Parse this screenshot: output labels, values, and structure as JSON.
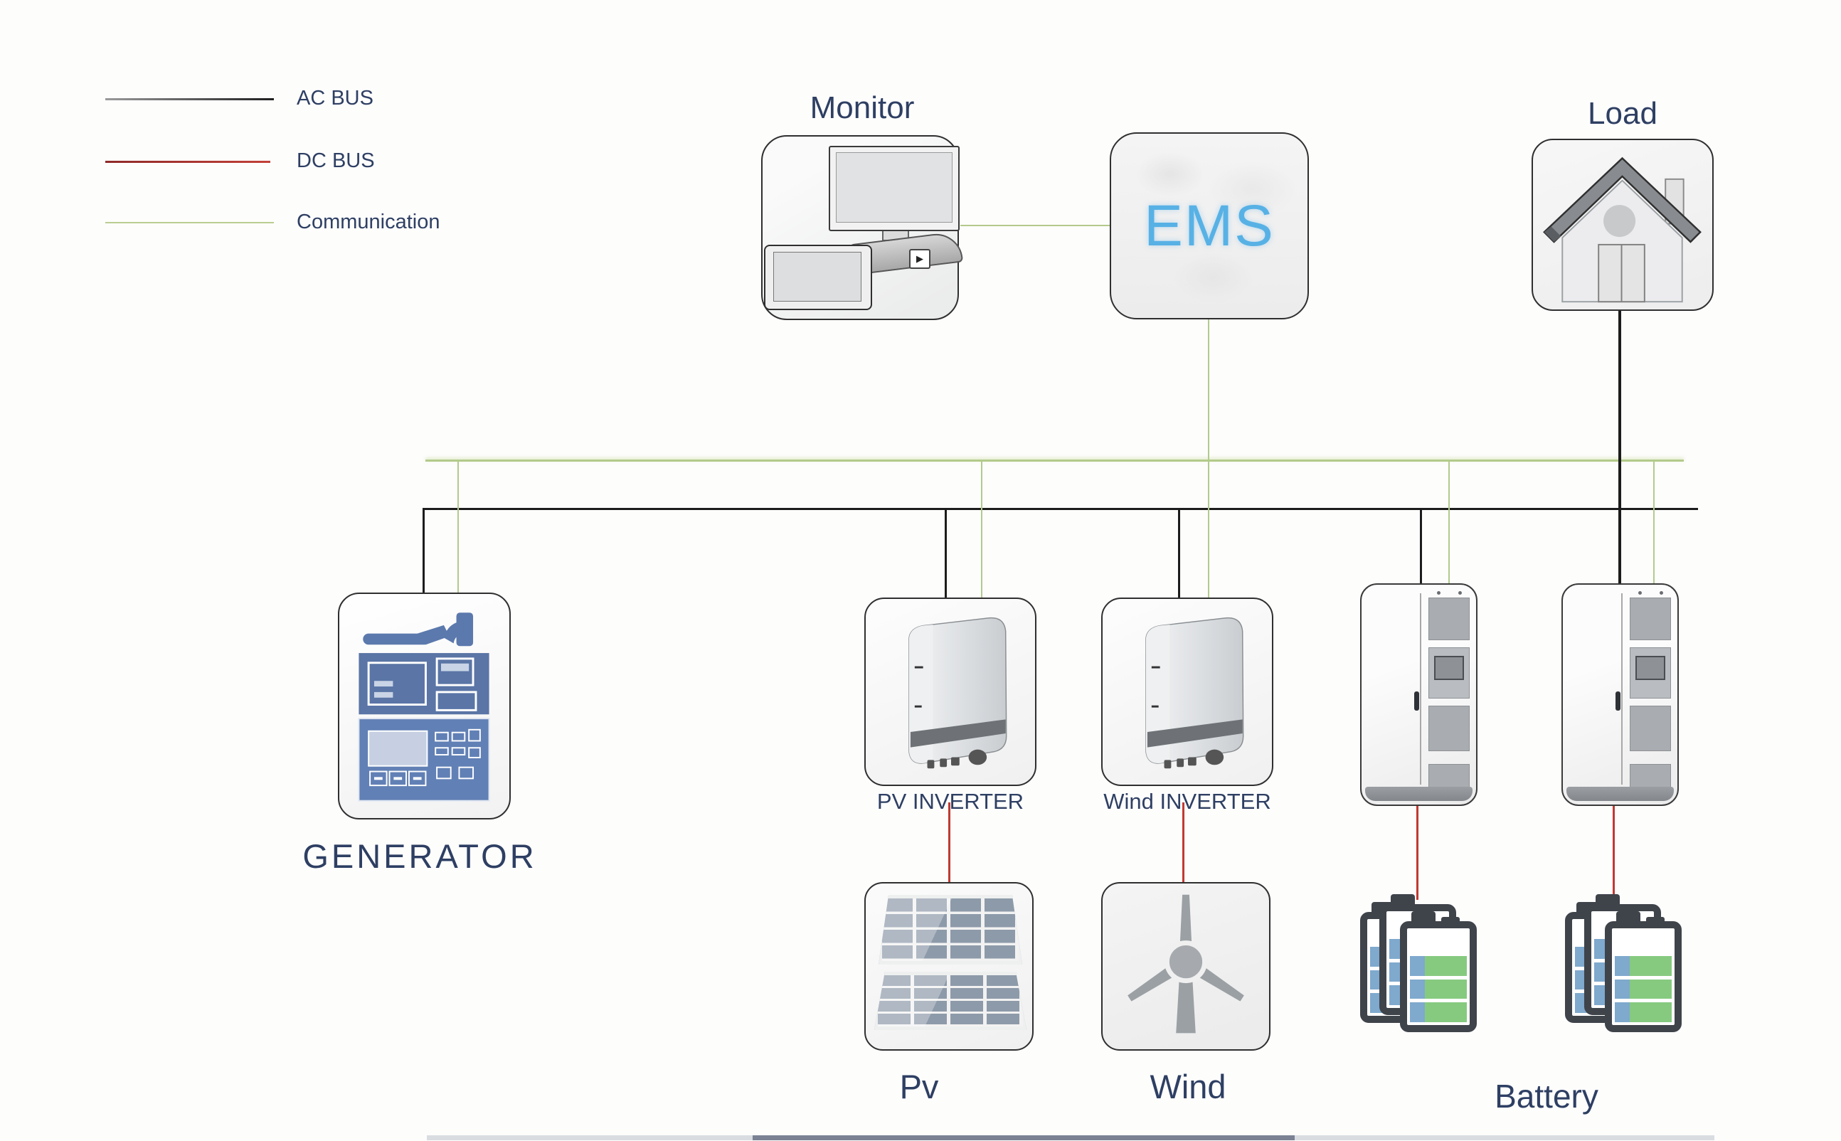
{
  "legend": {
    "items": [
      {
        "label": "AC BUS",
        "color": "#1c1c1c"
      },
      {
        "label": "DC BUS",
        "color": "#b1352e"
      },
      {
        "label": "Communication",
        "color": "#b3ca8b"
      }
    ]
  },
  "nodes": {
    "monitor": {
      "label": "Monitor"
    },
    "ems": {
      "label": "EMS",
      "text_color": "#57b1e5"
    },
    "load": {
      "label": "Load"
    },
    "generator": {
      "label": "GENERATOR"
    },
    "pv_inverter": {
      "label": "PV INVERTER"
    },
    "wind_inverter": {
      "label": "Wind INVERTER"
    },
    "pv": {
      "label": "Pv"
    },
    "wind": {
      "label": "Wind"
    },
    "battery": {
      "label": "Battery"
    }
  },
  "colors": {
    "ac_bus": "#1c1c1c",
    "dc_bus": "#c03a32",
    "communication": "#b3ca8b",
    "label_text": "#2e3f63",
    "ems_text": "#57b1e5"
  },
  "connections": [
    {
      "from": "Monitor",
      "to": "EMS",
      "type": "communication"
    },
    {
      "from": "EMS",
      "to": "communication-bus",
      "type": "communication"
    },
    {
      "from": "GENERATOR",
      "to": "ac-bus",
      "type": "ac"
    },
    {
      "from": "GENERATOR",
      "to": "communication-bus",
      "type": "communication"
    },
    {
      "from": "PV INVERTER",
      "to": "ac-bus",
      "type": "ac"
    },
    {
      "from": "PV INVERTER",
      "to": "communication-bus",
      "type": "communication"
    },
    {
      "from": "Wind INVERTER",
      "to": "ac-bus",
      "type": "ac"
    },
    {
      "from": "Wind INVERTER",
      "to": "communication-bus",
      "type": "communication"
    },
    {
      "from": "Battery cabinet 1",
      "to": "ac-bus",
      "type": "ac"
    },
    {
      "from": "Battery cabinet 1",
      "to": "communication-bus",
      "type": "communication"
    },
    {
      "from": "Battery cabinet 2",
      "to": "ac-bus",
      "type": "ac"
    },
    {
      "from": "Battery cabinet 2",
      "to": "communication-bus",
      "type": "communication"
    },
    {
      "from": "Load",
      "to": "ac-bus",
      "type": "ac"
    },
    {
      "from": "Pv",
      "to": "PV INVERTER",
      "type": "dc"
    },
    {
      "from": "Wind",
      "to": "Wind INVERTER",
      "type": "dc"
    },
    {
      "from": "Battery",
      "to": "Battery cabinet 1",
      "type": "dc"
    },
    {
      "from": "Battery",
      "to": "Battery cabinet 2",
      "type": "dc"
    }
  ]
}
